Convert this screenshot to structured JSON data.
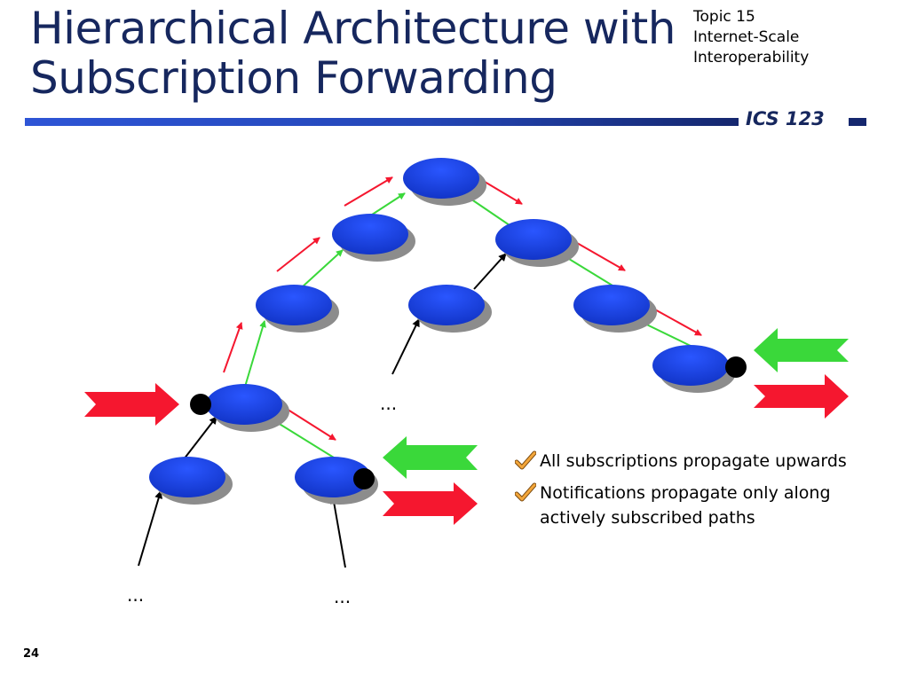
{
  "slide": {
    "title_lines": [
      "Hierarchical Architecture with",
      "Subscription Forwarding"
    ],
    "topic_lines": [
      "Topic 15",
      "Internet-Scale",
      "Interoperability"
    ],
    "course": "ICS 123",
    "page_number": "24"
  },
  "diagram": {
    "ellipsis": "...",
    "colors": {
      "node": "#1a3fd6",
      "node_shadow": "#8c8c8c",
      "subscription_arrow": "#3ad83a",
      "notification_arrow": "#f5172f",
      "client_link": "#000000",
      "attachment": "#000000"
    },
    "legend_arrows": [
      "notification-in",
      "subscription-out",
      "notification-out"
    ]
  },
  "bullets": [
    {
      "icon": "checkmark-icon",
      "text": "All subscriptions propagate upwards"
    },
    {
      "icon": "checkmark-icon",
      "text": "Notifications propagate only along actively subscribed paths"
    }
  ]
}
